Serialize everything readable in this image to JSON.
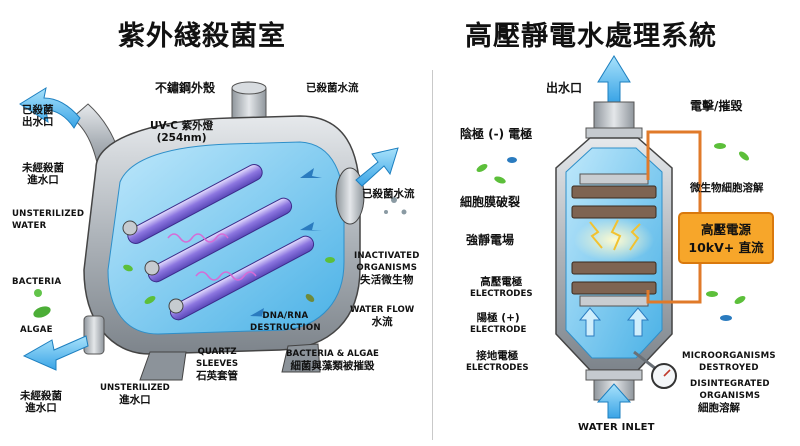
{
  "left": {
    "title": "紫外綫殺菌室",
    "labels": {
      "shell": "不鏽鋼外殼",
      "outlet_top_cn_1": "已殺菌",
      "outlet_top_cn_2": "出水口",
      "outlet_right_cn": "已殺菌水流",
      "lamp_1": "UV-C 紫外燈",
      "lamp_2": "(254nm)",
      "inlet_unsterilized_cn_1": "未經殺菌",
      "inlet_unsterilized_cn_2": "進水口",
      "unsterilized_water_1": "UNSTERILIZED",
      "unsterilized_water_2": "WATER",
      "outlet_side_cn": "已殺菌水流",
      "bacteria": "BACTERIA",
      "algae": "ALGAE",
      "inactivated_1": "INACTIVATED",
      "inactivated_2": "ORGANISMS",
      "inactivated_cn": "失活微生物",
      "water_flow_1": "WATER FLOW",
      "water_flow_cn": "水流",
      "dna_1": "DNA/RNA",
      "dna_2": "DESTRUCTION",
      "quartz_1": "QUARTZ",
      "quartz_2": "SLEEVES",
      "quartz_cn": "石英套管",
      "destroyed_en": "BACTERIA & ALGAE",
      "destroyed_cn": "細菌與藻類被摧毀",
      "bottom_inlet_cn_1": "未經殺菌",
      "bottom_inlet_cn_2": "進水口",
      "bottom_unsterilized_1": "UNSTERILIZED",
      "bottom_unsterilized_2": "進水口"
    }
  },
  "right": {
    "title": "高壓靜電水處理系統",
    "labels": {
      "outlet": "出水口",
      "shock": "電擊/摧毀",
      "cathode": "陰極 (-) 電極",
      "membrane": "細胞膜破裂",
      "field": "強靜電場",
      "hv_electrode_cn": "高壓電極",
      "hv_electrode_en": "ELECTRODES",
      "anode_cn": "陽極 (+)",
      "anode_en": "ELECTRODE",
      "ground_cn": "接地電極",
      "ground_en": "ELECTRODES",
      "microbe_lysis": "微生物細胞溶解",
      "micro_1": "MICROORGANISMS",
      "micro_2": "DESTROYED",
      "disint_1": "DISINTEGRATED",
      "disint_2": "ORGANISMS",
      "lysis": "細胞溶解",
      "inlet": "WATER INLET"
    },
    "power": {
      "line1": "高壓電源",
      "line2": "10kV+ 直流"
    }
  },
  "colors": {
    "metal": "#b9bec4",
    "water": "#7fd0f2",
    "uv_lamp": "#9d87e6",
    "copper": "#e07a2a",
    "power_box": "#f7a62a",
    "bacteria": "#5cbf3a"
  }
}
